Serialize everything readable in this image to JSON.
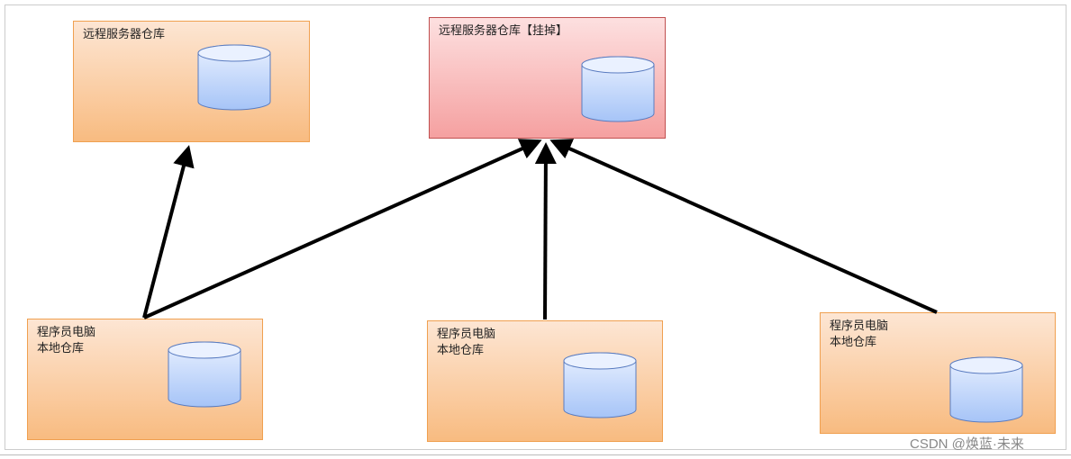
{
  "nodes": [
    {
      "id": "remote-1",
      "line1": "远程服务器仓库",
      "line2": ""
    },
    {
      "id": "remote-2",
      "line1": "远程服务器仓库【挂掉】",
      "line2": ""
    },
    {
      "id": "local-1",
      "line1": "程序员电脑",
      "line2": "本地仓库"
    },
    {
      "id": "local-2",
      "line1": "程序员电脑",
      "line2": "本地仓库"
    },
    {
      "id": "local-3",
      "line1": "程序员电脑",
      "line2": "本地仓库"
    }
  ],
  "edges": [
    {
      "from": "local-1",
      "to": "remote-1"
    },
    {
      "from": "local-1",
      "to": "remote-2"
    },
    {
      "from": "local-2",
      "to": "remote-2"
    },
    {
      "from": "local-3",
      "to": "remote-2"
    }
  ],
  "colors": {
    "orange_top": "#fde6d4",
    "orange_bottom": "#f8bb80",
    "red_top": "#fde0e0",
    "red_bottom": "#f5a0a0",
    "cyl_top": "#e8f0ff",
    "cyl_bottom": "#a6c4f7"
  },
  "watermark": "CSDN @焕蓝·未来"
}
